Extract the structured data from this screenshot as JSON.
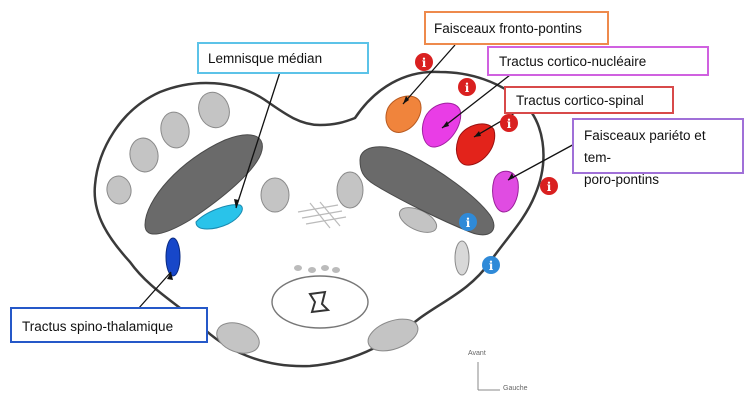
{
  "labels": {
    "fronto_pontins": "Faisceaux fronto-pontins",
    "lemnisque_median": "Lemnisque médian",
    "cortico_nucleaire": "Tractus cortico-nucléaire",
    "cortico_spinal": "Tractus cortico-spinal",
    "parieto_line1": "Faisceaux pariéto et tem-",
    "parieto_line2": "poro-pontins",
    "spino_thalamique": "Tractus spino-thalamique"
  },
  "info_markers": {
    "red_glyph": "i",
    "blue_glyph": "i"
  },
  "compass": {
    "avant": "Avant",
    "gauche": "Gauche"
  },
  "colors": {
    "fronto_pontins": "#f0843c",
    "cortico_nucleaire": "#e93de6",
    "cortico_spinal": "#e3231b",
    "parieto_pontins": "#e04ce2",
    "lemnisque_median": "#29c3ea",
    "spino_thalamique": "#1747c9",
    "info_red": "#d92020",
    "info_blue": "#2f8ad8"
  }
}
